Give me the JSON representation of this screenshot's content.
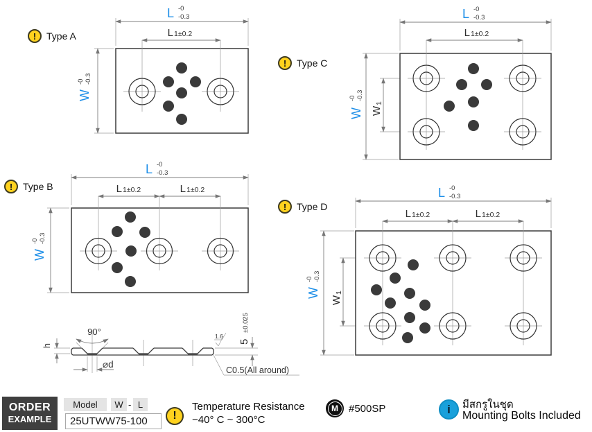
{
  "types": {
    "a": "Type A",
    "b": "Type B",
    "c": "Type C",
    "d": "Type D"
  },
  "icons": {
    "warning": "!",
    "material": "M",
    "info": "i"
  },
  "dims": {
    "length": "L",
    "tol_upper": "-0",
    "tol_lower": "-0.3",
    "l1_main": "L",
    "l1_sub": "1±0.2",
    "width": "W",
    "w1_main": "W",
    "w1_sub": "1",
    "angle": "90°",
    "depth": "h",
    "hole_dia": "⌀d",
    "roughness": "1.6",
    "thickness_main": "5",
    "thickness_tol": "±0.025",
    "chamfer": "C0.5(All around)"
  },
  "order": {
    "title_line1": "ORDER",
    "title_line2": "EXAMPLE",
    "model_label": "Model",
    "w_label": "W",
    "separator": "-",
    "l_label": "L",
    "example_value": "25UTWW75-100"
  },
  "notes": {
    "temperature_title": "Temperature Resistance",
    "temperature_range": "−40° C ~ 300°C",
    "surface_spec": "#500SP",
    "included_thai": "มีสกรูในชุด",
    "included_en": "Mounting Bolts Included"
  },
  "colors": {
    "accent_blue": "#1e8fe8",
    "warning_yellow": "#ffd21e",
    "info_blue": "#18a0db",
    "line_dark": "#3c3c3c",
    "line_gray": "#8a8a8a"
  }
}
